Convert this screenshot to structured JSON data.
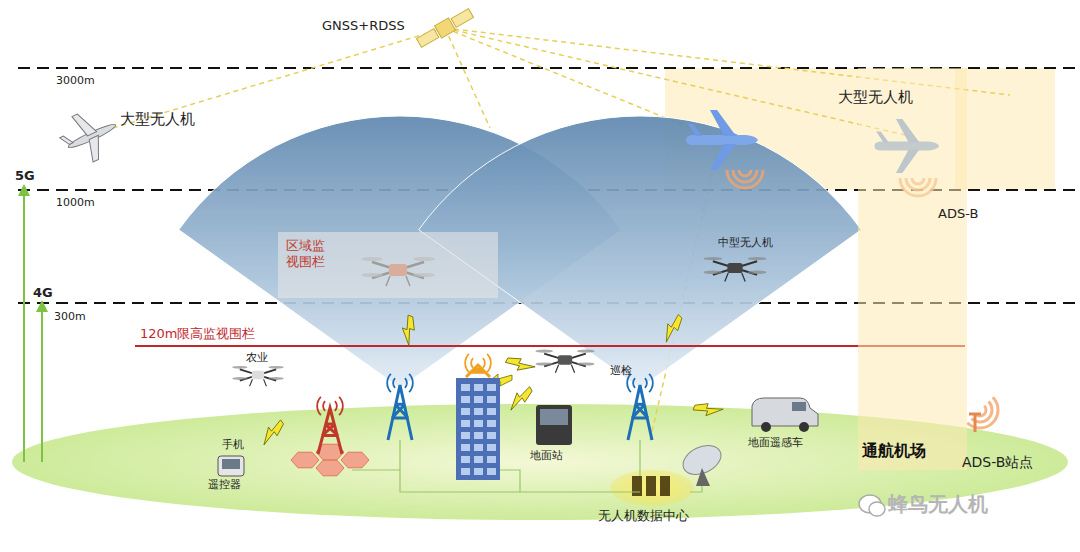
{
  "diagram": {
    "nodes": [
      {
        "text": [
          "区域监视围栏"
        ]
      },
      {
        "text": [
          "通航机场"
        ]
      }
    ],
    "labels": [
      "GNSS+RDSS",
      "3000m",
      "大型无人机",
      "大型无人机",
      "5G",
      "1000m",
      "ADS-B",
      "中型无人机",
      "4G",
      "300m",
      "120m限高监视围栏",
      "农业",
      "巡检",
      "手机",
      "地面站",
      "地面遥感车",
      "遥控器",
      "ADS-B站点",
      "无人机数据中心",
      "蜂鸟无人机"
    ]
  }
}
